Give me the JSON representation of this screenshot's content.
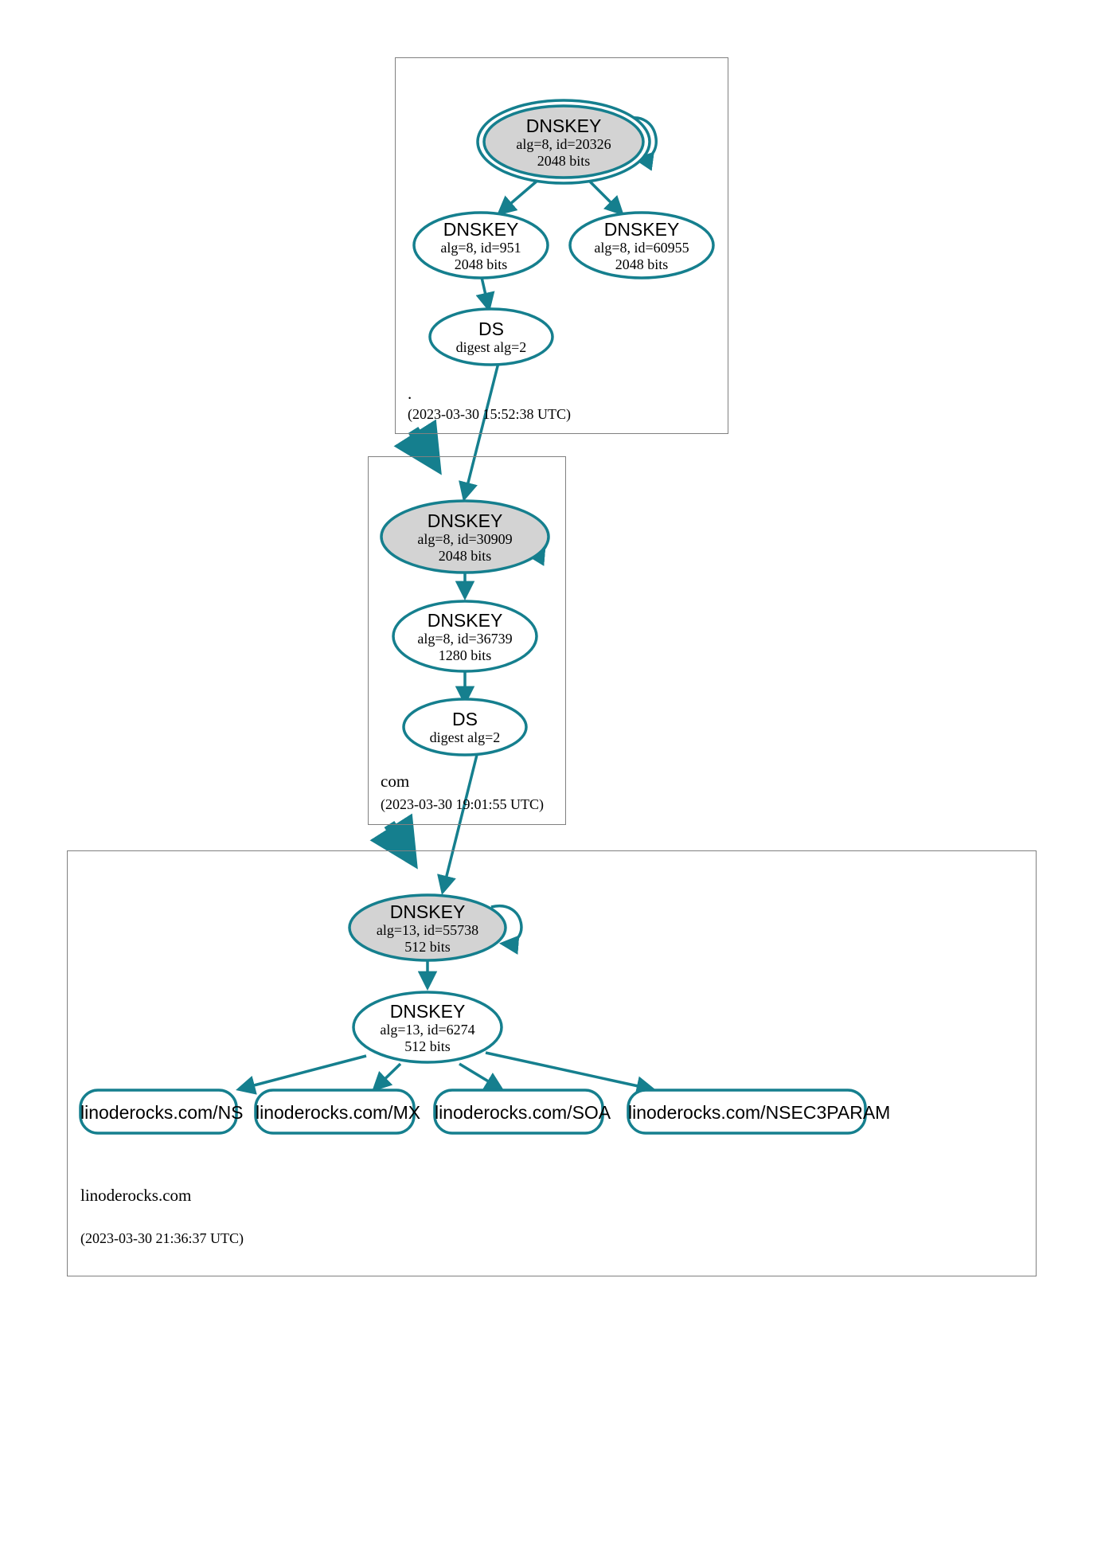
{
  "diagram": {
    "title": "DNSSEC authentication chain for linoderocks.com",
    "colors": {
      "edge": "#157f8e",
      "node_stroke": "#157f8e",
      "ksk_fill": "#d3d3d3",
      "zsk_fill": "#ffffff",
      "zone_border": "#808080",
      "text": "#000000"
    }
  },
  "zones": [
    {
      "id": "root",
      "name": ".",
      "timestamp": "(2023-03-30 15:52:38 UTC)",
      "nodes": [
        {
          "id": "root-ksk",
          "kind": "dnskey",
          "role": "ksk",
          "title": "DNSKEY",
          "line2": "alg=8, id=20326",
          "line3": "2048 bits",
          "trust_anchor": true,
          "self_signed": true
        },
        {
          "id": "root-zsk-951",
          "kind": "dnskey",
          "role": "zsk",
          "title": "DNSKEY",
          "line2": "alg=8, id=951",
          "line3": "2048 bits",
          "trust_anchor": false,
          "self_signed": false
        },
        {
          "id": "root-zsk-60955",
          "kind": "dnskey",
          "role": "zsk",
          "title": "DNSKEY",
          "line2": "alg=8, id=60955",
          "line3": "2048 bits",
          "trust_anchor": false,
          "self_signed": false
        },
        {
          "id": "root-ds",
          "kind": "ds",
          "title": "DS",
          "line2": "digest alg=2",
          "line3": ""
        }
      ]
    },
    {
      "id": "com",
      "name": "com",
      "timestamp": "(2023-03-30 19:01:55 UTC)",
      "nodes": [
        {
          "id": "com-ksk",
          "kind": "dnskey",
          "role": "ksk",
          "title": "DNSKEY",
          "line2": "alg=8, id=30909",
          "line3": "2048 bits",
          "trust_anchor": false,
          "self_signed": true
        },
        {
          "id": "com-zsk",
          "kind": "dnskey",
          "role": "zsk",
          "title": "DNSKEY",
          "line2": "alg=8, id=36739",
          "line3": "1280 bits",
          "trust_anchor": false,
          "self_signed": false
        },
        {
          "id": "com-ds",
          "kind": "ds",
          "title": "DS",
          "line2": "digest alg=2",
          "line3": ""
        }
      ]
    },
    {
      "id": "linoderocks",
      "name": "linoderocks.com",
      "timestamp": "(2023-03-30 21:36:37 UTC)",
      "nodes": [
        {
          "id": "lr-ksk",
          "kind": "dnskey",
          "role": "ksk",
          "title": "DNSKEY",
          "line2": "alg=13, id=55738",
          "line3": "512 bits",
          "trust_anchor": false,
          "self_signed": true
        },
        {
          "id": "lr-zsk",
          "kind": "dnskey",
          "role": "zsk",
          "title": "DNSKEY",
          "line2": "alg=13, id=6274",
          "line3": "512 bits",
          "trust_anchor": false,
          "self_signed": false
        }
      ],
      "rrsets": [
        {
          "id": "rr-ns",
          "label": "linoderocks.com/NS"
        },
        {
          "id": "rr-mx",
          "label": "linoderocks.com/MX"
        },
        {
          "id": "rr-soa",
          "label": "linoderocks.com/SOA"
        },
        {
          "id": "rr-nsec3param",
          "label": "linoderocks.com/NSEC3PARAM"
        }
      ]
    }
  ]
}
